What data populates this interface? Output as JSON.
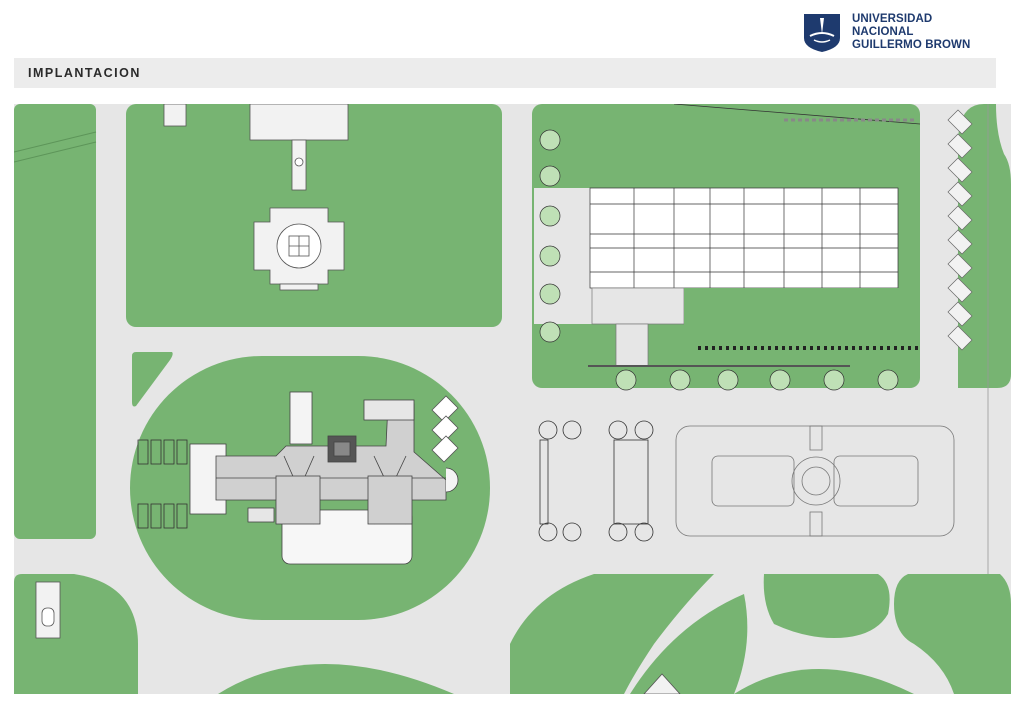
{
  "header": {
    "logo": {
      "icon": "university-shield-icon",
      "line1": "UNIVERSIDAD NACIONAL",
      "line2": "GUILLERMO BROWN",
      "color": "#1e3a6e"
    },
    "section_title": "IMPLANTACION"
  },
  "plan": {
    "colors": {
      "green": "#77b472",
      "road": "#e6e6e6",
      "building": "#ffffff",
      "roof": "#d0d0d0",
      "line": "#444444"
    }
  }
}
